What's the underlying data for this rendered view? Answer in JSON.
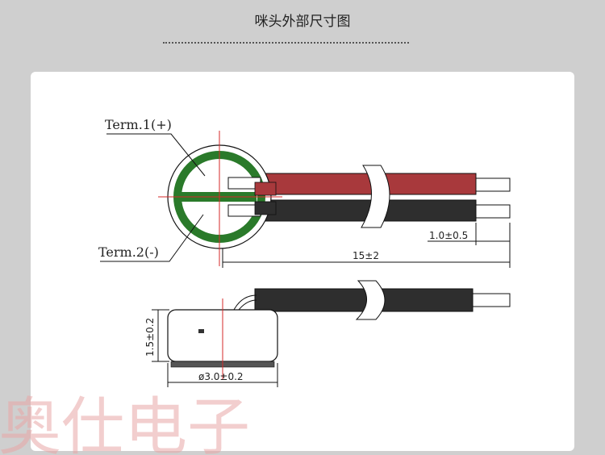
{
  "page": {
    "title": "咪头外部尺寸图"
  },
  "diagram": {
    "term1_label": "Term.1(+)",
    "term2_label": "Term.2(-)",
    "dim_wire_strip": "1.0±0.5",
    "dim_length": "15±2",
    "dim_height": "1.5±0.2",
    "dim_diameter": "ø3.0±0.2",
    "wire_colors": {
      "red": "#a8393c",
      "black": "#2e2e2e",
      "green": "#2a7a2a"
    }
  },
  "watermark": {
    "text": "奥仕电子"
  }
}
